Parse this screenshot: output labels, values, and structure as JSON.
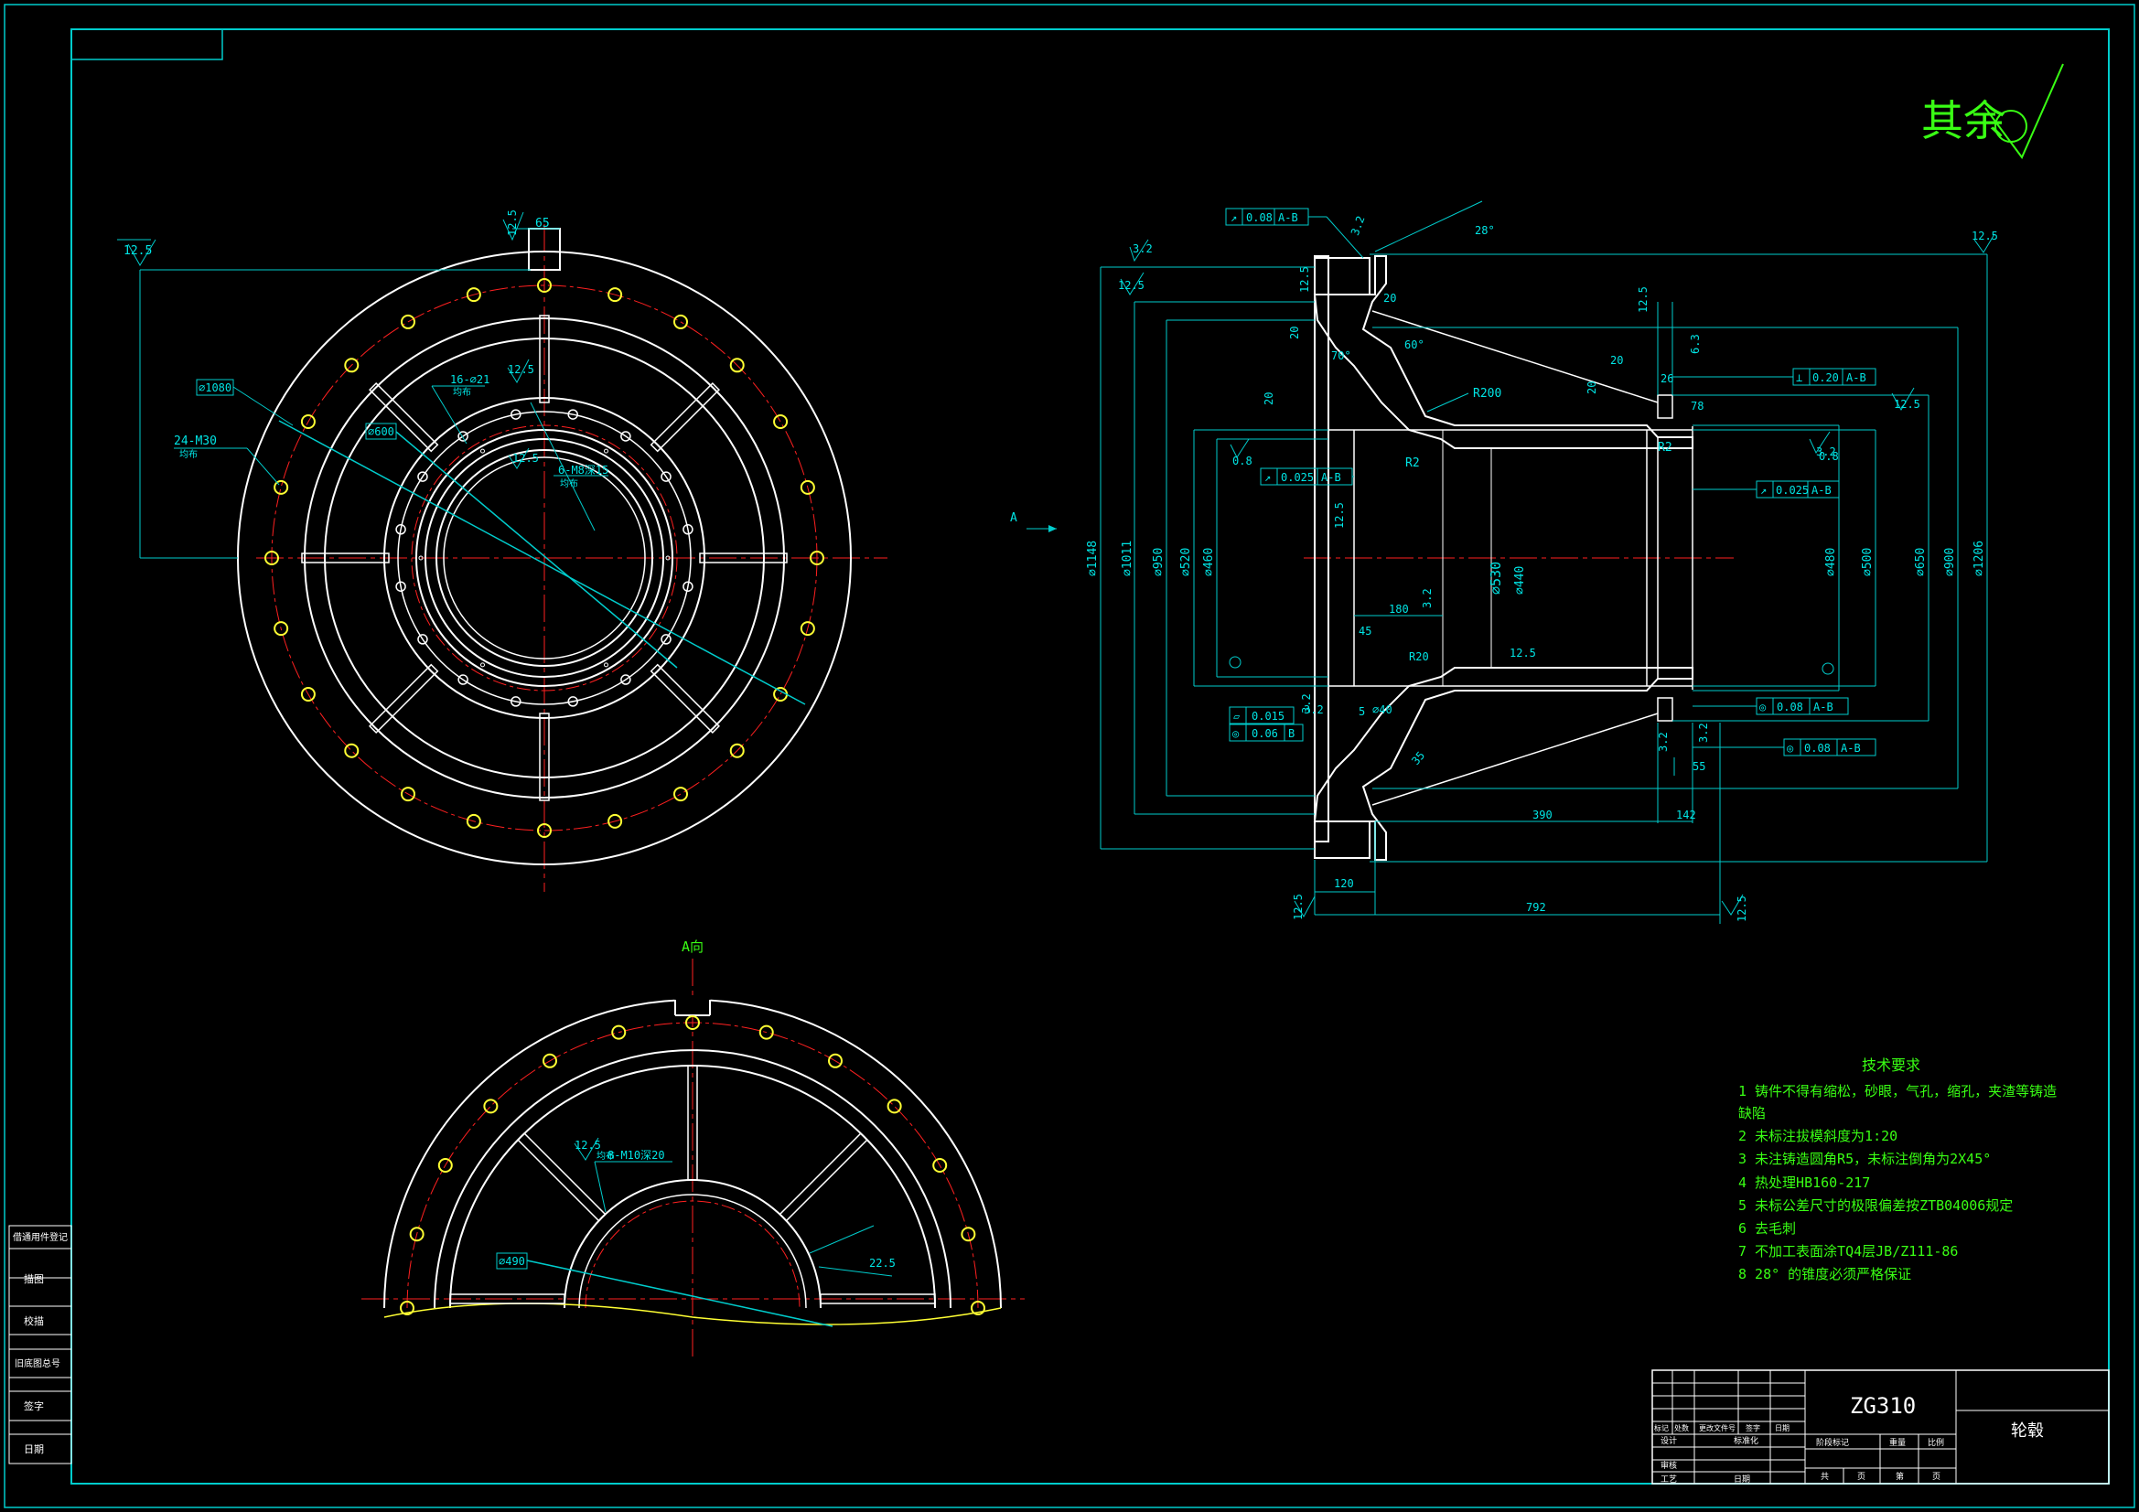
{
  "colors": {
    "background": "#000000",
    "frame": "#00cccc",
    "geometry": "#ffffff",
    "dimension": "#00cccc",
    "centerline": "#ff2020",
    "holes": "#ffff33",
    "section_hatch": "#33cc33",
    "notes": "#39ff14"
  },
  "roughness_note": {
    "label": "其余",
    "symbol": "roughness-check-symbol"
  },
  "front_view": {
    "dims": {
      "slot_top": "65",
      "slot_rough": "12.5",
      "left_rough": "12.5",
      "d1080": "⌀1080",
      "bolt_24": "24-M30",
      "bolt_24_sub": "均布",
      "d600": "⌀600",
      "hole_16": "16-⌀21",
      "hole_16_sub": "均布",
      "inner_rough": "12.5",
      "rough_mid": "12.5",
      "m8": "6-M8深15",
      "m8_sub": "均布"
    }
  },
  "section_view": {
    "arrow_label": "A",
    "top_dims": {
      "runout_top": "0.08",
      "runout_top_ref": "A-B",
      "rough_32_top": "3.2",
      "angle_28": "28°",
      "rough_125_right": "12.5",
      "rough_32_left": "3.2",
      "rough_125_left": "12.5",
      "rough_125_flange": "12.5",
      "d20_top": "20",
      "d20_left": "20",
      "angle_70": "70°",
      "angle_60": "60°",
      "r200": "R200",
      "d20_b": "20",
      "d20_c": "20",
      "d20_d": "20",
      "rough_125_mid": "12.5",
      "rough_63": "6.3",
      "d26": "26",
      "perp_020": "0.20",
      "perp_ref": "A-B",
      "d78": "78",
      "rough_125_r": "12.5",
      "r2_right": "R2",
      "rough_32_r": "3.2",
      "r2_left": "R2",
      "rough_08": "0.8",
      "runout_025_l": "0.025",
      "runout_025_l_ref": "A-B",
      "runout_025_r": "0.025",
      "runout_025_r_ref": "A-B",
      "rough_08_r": "0.8"
    },
    "diameters_left": [
      "⌀1148",
      "⌀1011",
      "⌀950",
      "⌀520",
      "⌀460"
    ],
    "diameters_right": [
      "⌀480",
      "⌀500",
      "⌀650",
      "⌀900",
      "⌀1206"
    ],
    "mid_dims": {
      "d530": "⌀530",
      "d440": "⌀440",
      "rough_125_c": "12.5",
      "d180": "180",
      "rough_32_c": "3.2",
      "d45": "45",
      "r20": "R20",
      "rough_125_low": "12.5",
      "d40": "⌀40",
      "d5": "5",
      "d35": "35",
      "rough_32_low": "3.2",
      "flat_015": "0.015",
      "coax_006": "0.06",
      "coax_006_ref": "B",
      "coax_008_a": "0.08",
      "coax_008_a_ref": "A-B",
      "coax_008_b": "0.08",
      "coax_008_b_ref": "A-B",
      "rough_32_b1": "3.2",
      "rough_32_b2": "3.2",
      "d55": "55",
      "rough_32_l2": "3.2"
    },
    "bottom_dims": {
      "d390": "390",
      "d142": "142",
      "d120": "120",
      "d792": "792",
      "rough_125_bl": "12.5",
      "rough_125_br": "12.5"
    }
  },
  "view_a": {
    "title": "A向",
    "dims": {
      "rough": "12.5",
      "m10": "8-M10深20",
      "m10_sub": "均布",
      "d490": "⌀490",
      "d22_5": "22.5"
    }
  },
  "tech_requirements": {
    "title": "技术要求",
    "items": [
      "1 铸件不得有缩松，砂眼，气孔，缩孔，夹渣等铸造",
      "缺陷",
      "2 未标注拔模斜度为1:20",
      "3 未注铸造圆角R5，未标注倒角为2X45°",
      "4 热处理HB160-217",
      "5 未标公差尺寸的极限偏差按ZTB04006规定",
      "6 去毛刺",
      "7 不加工表面涂TQ4层JB/Z111-86",
      "8 28° 的锥度必须严格保证"
    ]
  },
  "title_block": {
    "material": "ZG310",
    "part_name": "轮毂",
    "row_labels": [
      "标记",
      "处数",
      "更改文件号",
      "签字",
      "日期"
    ],
    "designer_row": [
      "设计",
      "标准化"
    ],
    "review_row": [
      "审核"
    ],
    "process_row": [
      "工艺",
      "日期"
    ],
    "stage_headers": [
      "阶段标记",
      "重量",
      "比例"
    ],
    "sheet_row": [
      "共",
      "页",
      "第",
      "页"
    ]
  },
  "side_block": {
    "rows": [
      "借通用件登记",
      "描图",
      "校描",
      "旧底图总号",
      "签字",
      "日期"
    ]
  }
}
